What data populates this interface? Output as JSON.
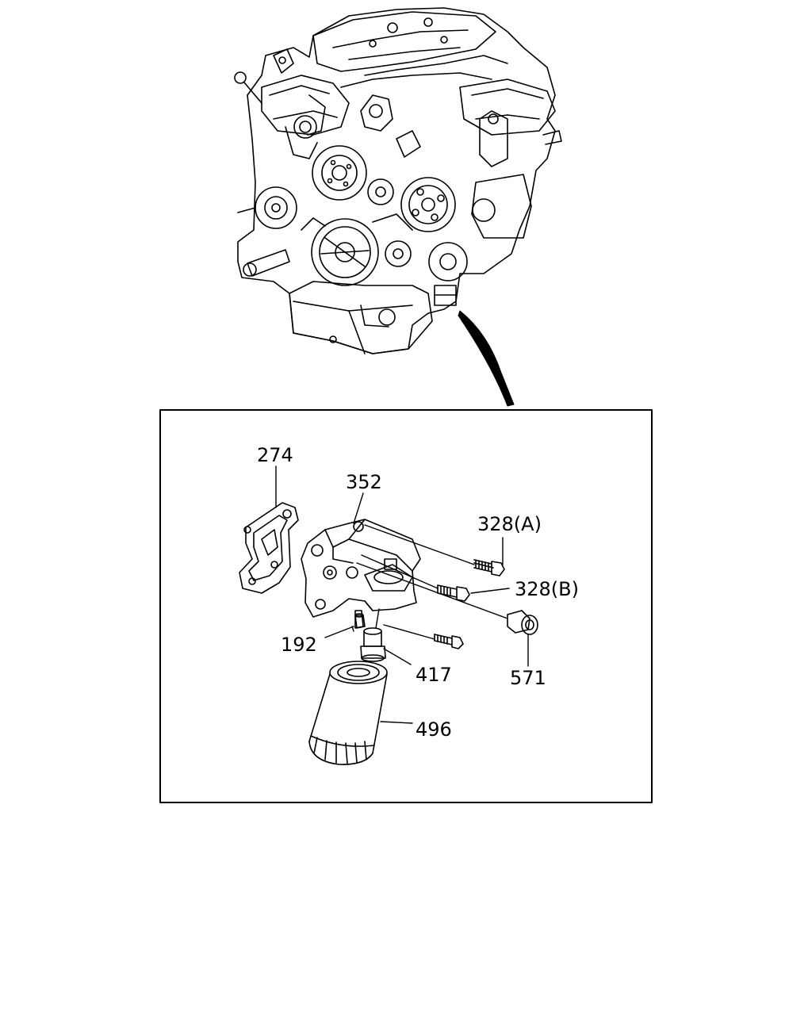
{
  "callouts": {
    "p274": "274",
    "p352": "352",
    "p328a": "328(A)",
    "p328b": "328(B)",
    "p192": "192",
    "p417": "417",
    "p571": "571",
    "p496": "496"
  }
}
